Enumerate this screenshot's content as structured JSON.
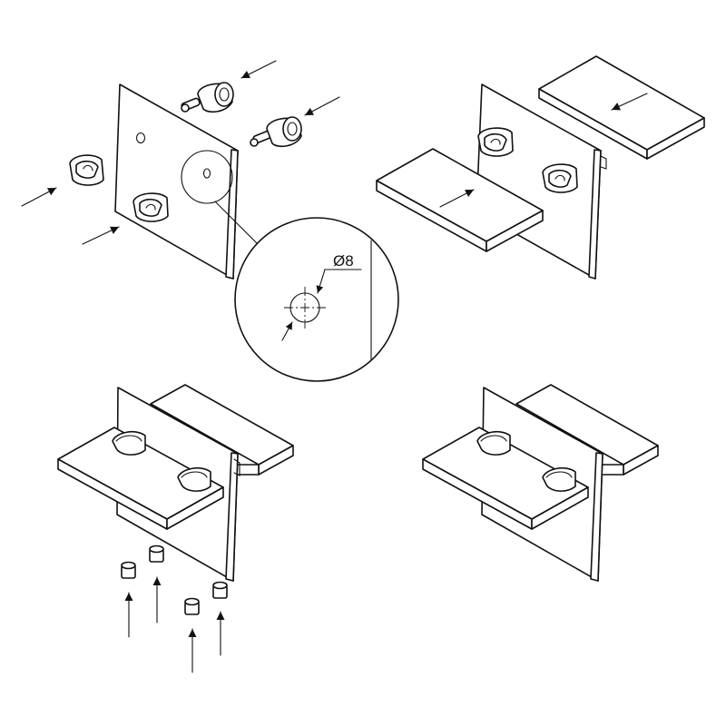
{
  "diagram": {
    "title": "",
    "detail_callout": {
      "dimension_label": "Ø8"
    },
    "steps": [
      {
        "id": "step-1",
        "description": ""
      },
      {
        "id": "step-2",
        "description": ""
      },
      {
        "id": "step-3",
        "description": ""
      },
      {
        "id": "step-4",
        "description": ""
      }
    ]
  }
}
